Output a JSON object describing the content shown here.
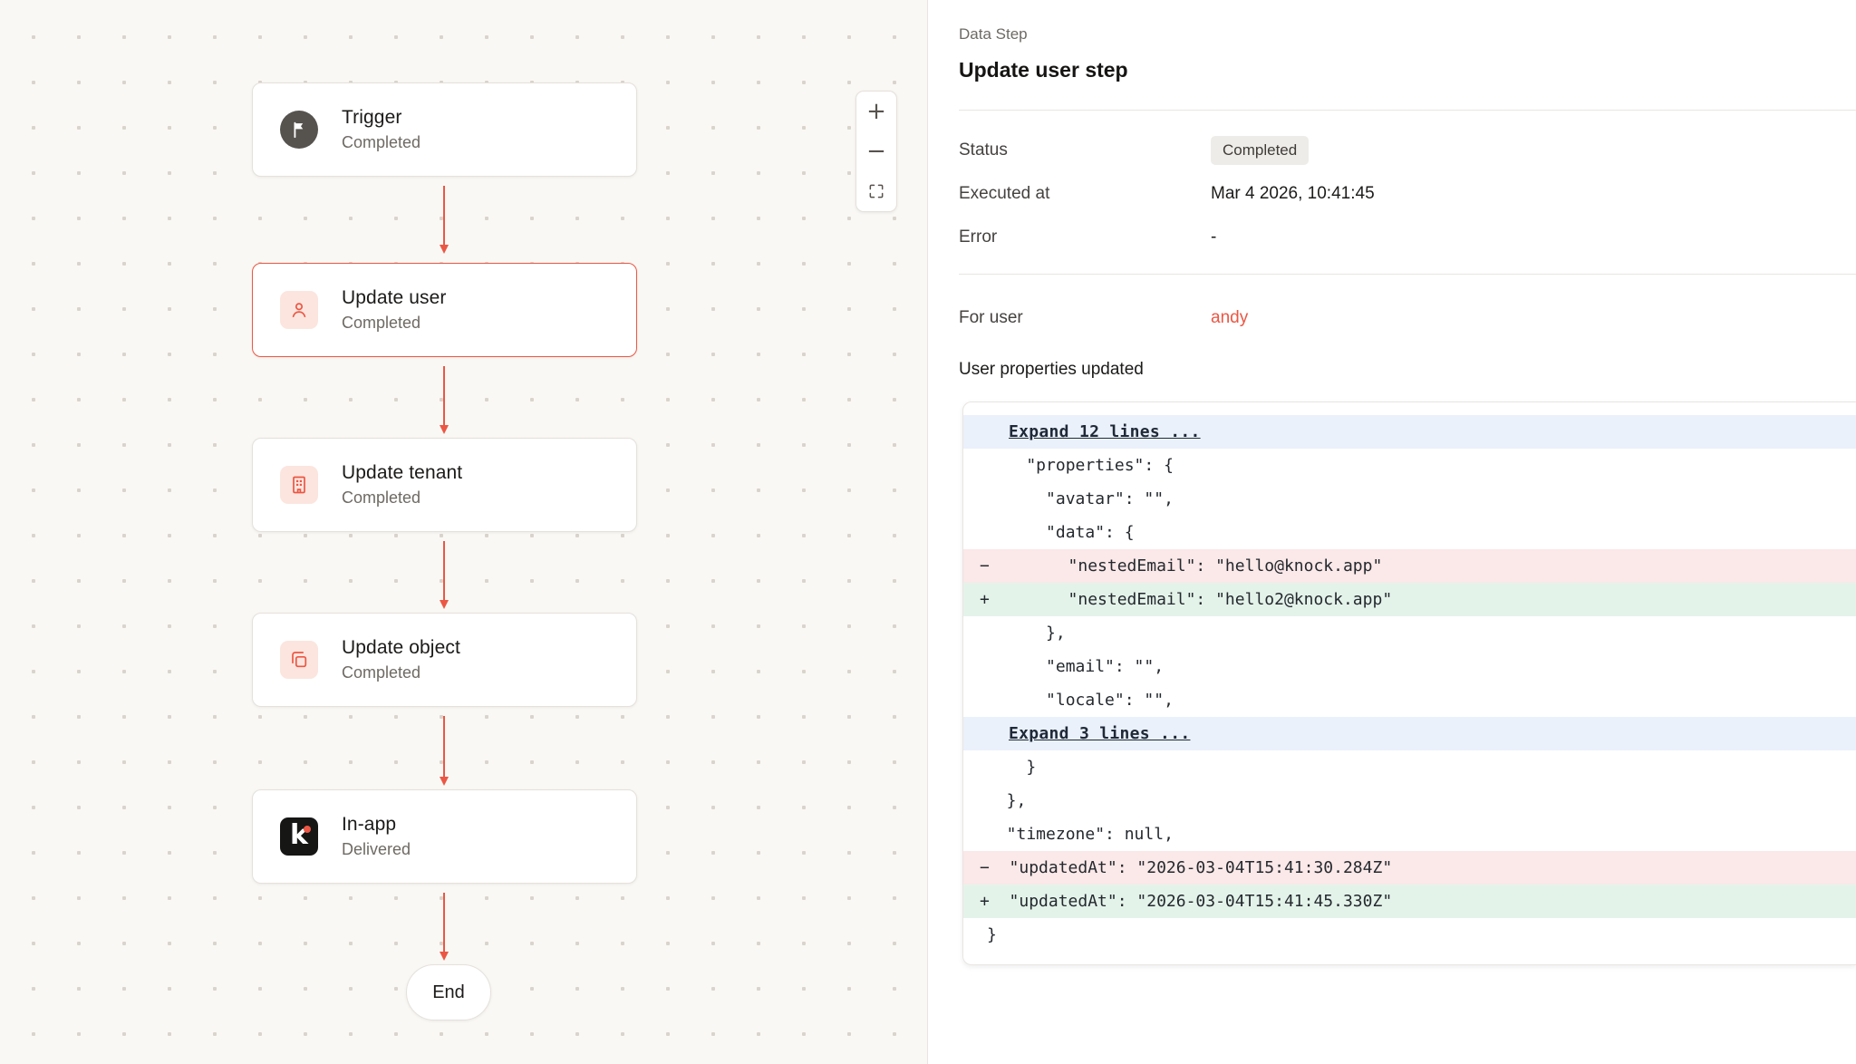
{
  "colors": {
    "accent": "#EB5744",
    "canvas_bg": "#FAF8F5",
    "icon_tile_bg": "#FCE5DF",
    "diff_removed_bg": "#FBE8E8",
    "diff_added_bg": "#E4F3EA",
    "expand_row_bg": "#EAF1FB",
    "badge_bg": "#EEECE8"
  },
  "canvas": {
    "nodes": [
      {
        "title": "Trigger",
        "subtitle": "Completed",
        "icon": "flag-icon",
        "selected": false
      },
      {
        "title": "Update user",
        "subtitle": "Completed",
        "icon": "user-icon",
        "selected": true
      },
      {
        "title": "Update tenant",
        "subtitle": "Completed",
        "icon": "building-icon",
        "selected": false
      },
      {
        "title": "Update object",
        "subtitle": "Completed",
        "icon": "object-icon",
        "selected": false
      },
      {
        "title": "In-app",
        "subtitle": "Delivered",
        "icon": "knock-icon",
        "selected": false
      }
    ],
    "end_label": "End",
    "zoom_controls": {
      "zoom_in": "+",
      "zoom_out": "−",
      "fit": "fullscreen-icon"
    }
  },
  "panel": {
    "eyebrow": "Data Step",
    "title": "Update user step",
    "fields": [
      {
        "label": "Status",
        "value": "Completed",
        "type": "badge"
      },
      {
        "label": "Executed at",
        "value": "Mar 4 2026, 10:41:45",
        "type": "text"
      },
      {
        "label": "Error",
        "value": "-",
        "type": "text"
      }
    ],
    "for_user_label": "For user",
    "for_user_value": "andy",
    "diff_title": "User properties updated",
    "diff": {
      "rows": [
        {
          "type": "expand",
          "text": "Expand 12 lines ..."
        },
        {
          "type": "ctx",
          "sign": "",
          "text": "    \"properties\": {"
        },
        {
          "type": "ctx",
          "sign": "",
          "text": "      \"avatar\": \"\","
        },
        {
          "type": "ctx",
          "sign": "",
          "text": "      \"data\": {"
        },
        {
          "type": "del",
          "sign": "−",
          "text": "        \"nestedEmail\": \"hello@knock.app\""
        },
        {
          "type": "add",
          "sign": "+",
          "text": "        \"nestedEmail\": \"hello2@knock.app\""
        },
        {
          "type": "ctx",
          "sign": "",
          "text": "      },"
        },
        {
          "type": "ctx",
          "sign": "",
          "text": "      \"email\": \"\","
        },
        {
          "type": "ctx",
          "sign": "",
          "text": "      \"locale\": \"\","
        },
        {
          "type": "expand",
          "text": "Expand 3 lines ..."
        },
        {
          "type": "ctx",
          "sign": "",
          "text": "    }"
        },
        {
          "type": "ctx",
          "sign": "",
          "text": "  },"
        },
        {
          "type": "ctx",
          "sign": "",
          "text": "  \"timezone\": null,"
        },
        {
          "type": "del",
          "sign": "−",
          "text": "  \"updatedAt\": \"2026-03-04T15:41:30.284Z\""
        },
        {
          "type": "add",
          "sign": "+",
          "text": "  \"updatedAt\": \"2026-03-04T15:41:45.330Z\""
        },
        {
          "type": "ctx",
          "sign": "",
          "text": "}"
        }
      ]
    }
  }
}
